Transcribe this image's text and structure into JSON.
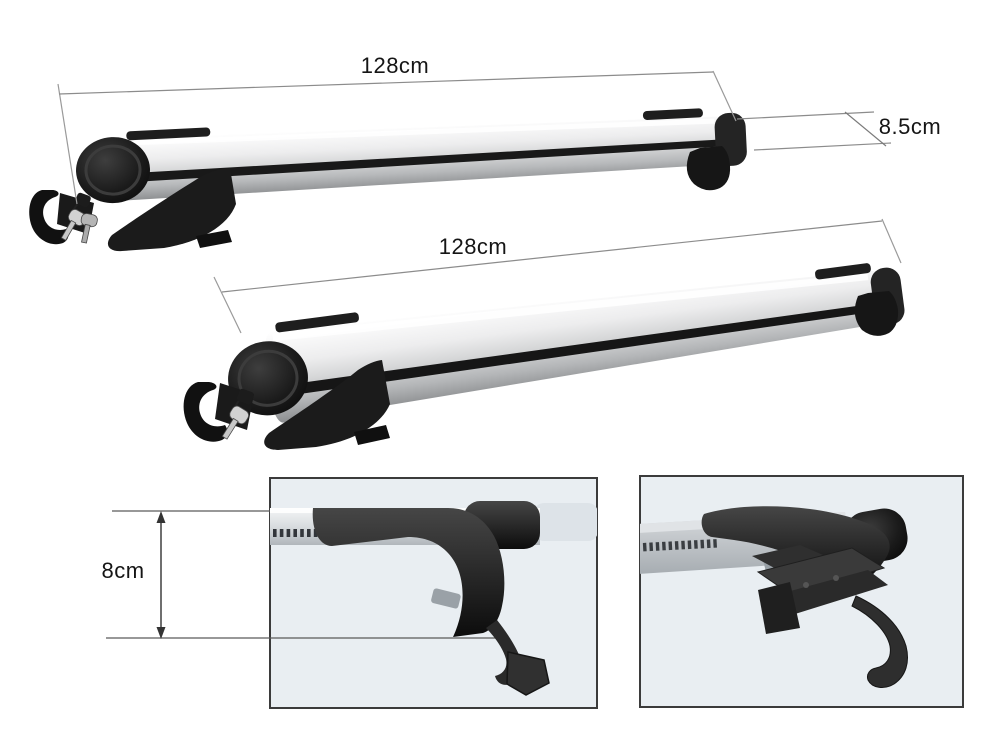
{
  "page": {
    "background": "#ffffff",
    "description": "Product dimension illustration of two universal aluminium roof rack cross bars with lockable clamp feet and keys, plus two close-up detail views of the mounting clamps"
  },
  "labels": {
    "top_bar_length": "128cm",
    "middle_bar_length": "128cm",
    "bar_profile_width": "8.5cm",
    "foot_clamp_height": "8cm"
  },
  "colors": {
    "aluminum_highlight": "#ffffff",
    "aluminum_shadow": "#8e9092",
    "plastic_black": "#141414",
    "dimension_line_gray": "#8c8c8c",
    "dimension_line_dark": "#5a5a5a",
    "label_text": "#151515",
    "detail_box_background": "#e9eef2",
    "detail_box_border": "#3b3b3b"
  },
  "detail_views": {
    "left": "clamp-foot-side-profile",
    "right": "clamp-foot-hook-mechanism"
  }
}
